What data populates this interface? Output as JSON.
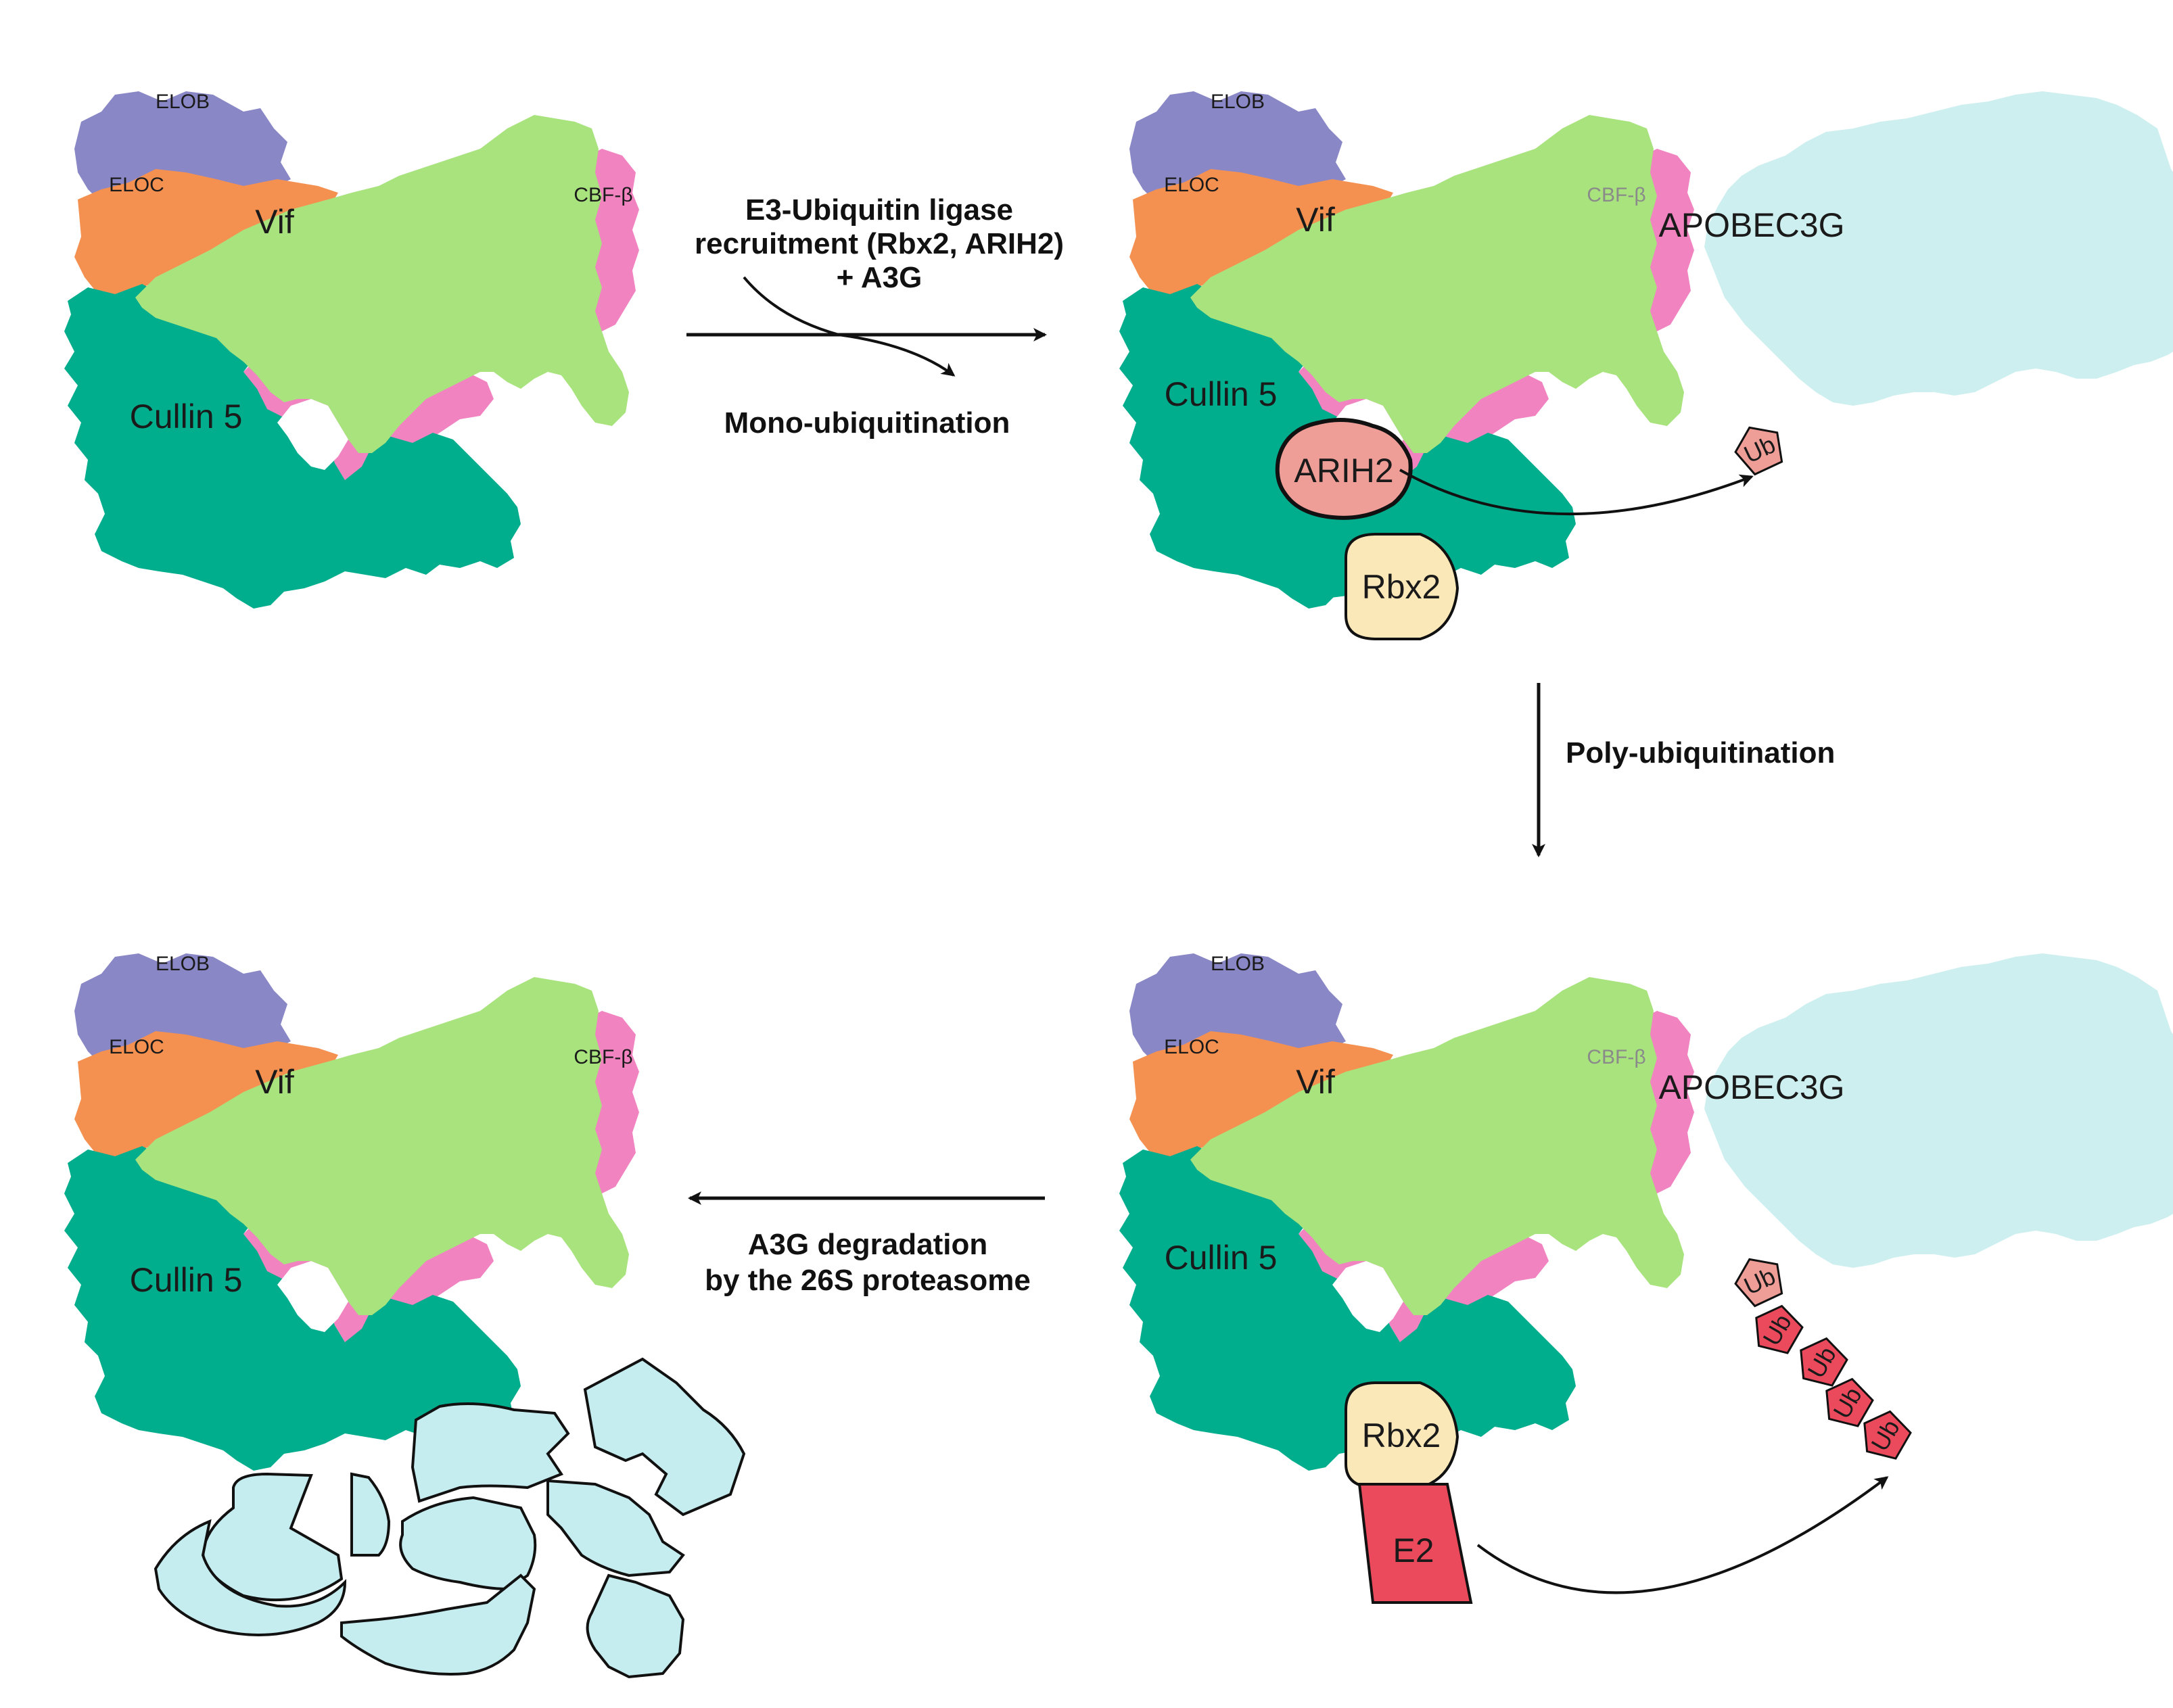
{
  "colors": {
    "elob": "#8a87c6",
    "eloc": "#f59150",
    "vif": "#a8e37e",
    "cbfb": "#f083c0",
    "cullin5": "#00ad8c",
    "apobec3g": "#c3eceb",
    "arih2": "#ee9d97",
    "rbx2": "#fbe8b8",
    "e2": "#eb4a5c",
    "ub_mono": "#ee9d97",
    "ub_poly": "#eb4a5c",
    "fragments": "#c5ecee",
    "outline": "#111111"
  },
  "labels": {
    "elob": "ELOB",
    "eloc": "ELOC",
    "vif": "Vif",
    "cbfb": "CBF-β",
    "cullin5": "Cullin 5",
    "apobec3g": "APOBEC3G",
    "arih2": "ARIH2",
    "rbx2": "Rbx2",
    "e2": "E2",
    "ub": "Ub"
  },
  "steps": {
    "recruit_line1": "E3-Ubiquitin ligase",
    "recruit_line2": "recruitment (Rbx2, ARIH2)",
    "recruit_line3": "+ A3G",
    "mono": "Mono-ubiquitination",
    "poly": "Poly-ubiquitination",
    "degrade_line1": "A3G degradation",
    "degrade_line2": "by the 26S proteasome"
  }
}
